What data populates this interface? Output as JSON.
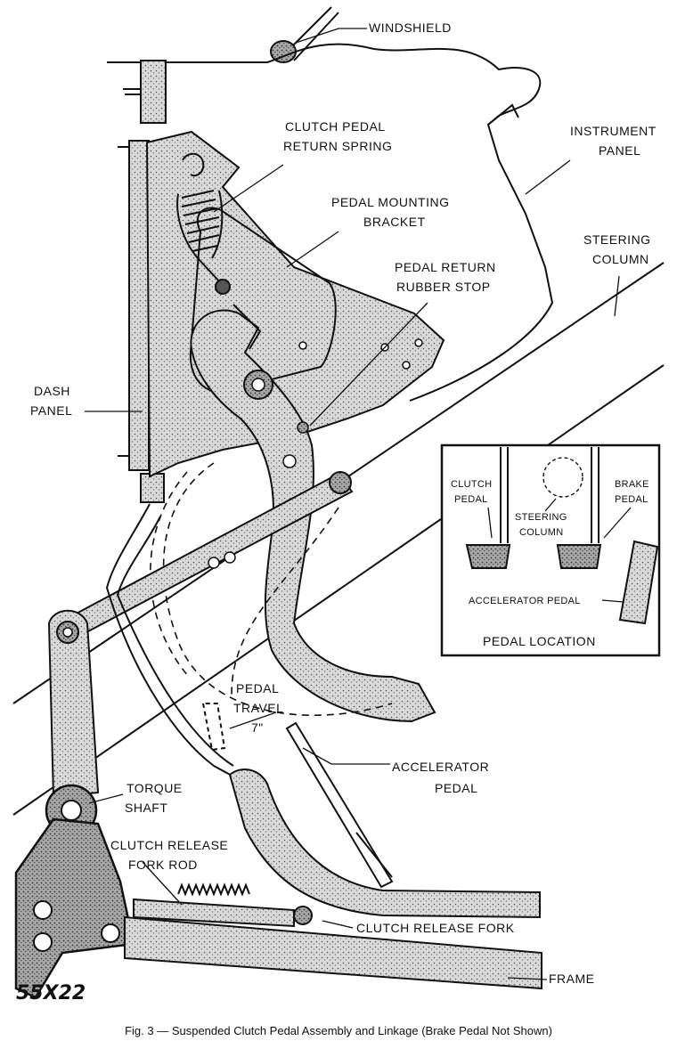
{
  "labels": {
    "windshield": "WINDSHIELD",
    "clutch_return_spring_1": "CLUTCH PEDAL",
    "clutch_return_spring_2": "RETURN SPRING",
    "instrument_panel_1": "INSTRUMENT",
    "instrument_panel_2": "PANEL",
    "mounting_bracket_1": "PEDAL MOUNTING",
    "mounting_bracket_2": "BRACKET",
    "steering_column_1": "STEERING",
    "steering_column_2": "COLUMN",
    "rubber_stop_1": "PEDAL RETURN",
    "rubber_stop_2": "RUBBER STOP",
    "dash_panel_1": "DASH",
    "dash_panel_2": "PANEL",
    "pedal_travel_1": "PEDAL",
    "pedal_travel_2": "TRAVEL",
    "pedal_travel_3": "7\"",
    "accelerator_pedal_1": "ACCELERATOR",
    "accelerator_pedal_2": "PEDAL",
    "torque_shaft_1": "TORQUE",
    "torque_shaft_2": "SHAFT",
    "fork_rod_1": "CLUTCH RELEASE",
    "fork_rod_2": "FORK ROD",
    "release_fork": "CLUTCH RELEASE FORK",
    "frame": "FRAME"
  },
  "inset": {
    "clutch_pedal_1": "CLUTCH",
    "clutch_pedal_2": "PEDAL",
    "steering_column_1": "STEERING",
    "steering_column_2": "COLUMN",
    "brake_pedal_1": "BRAKE",
    "brake_pedal_2": "PEDAL",
    "accelerator_pedal": "ACCELERATOR PEDAL",
    "title": "PEDAL LOCATION"
  },
  "figure_code": "55X22",
  "caption": "Fig. 3 — Suspended Clutch Pedal Assembly and Linkage (Brake Pedal Not Shown)"
}
